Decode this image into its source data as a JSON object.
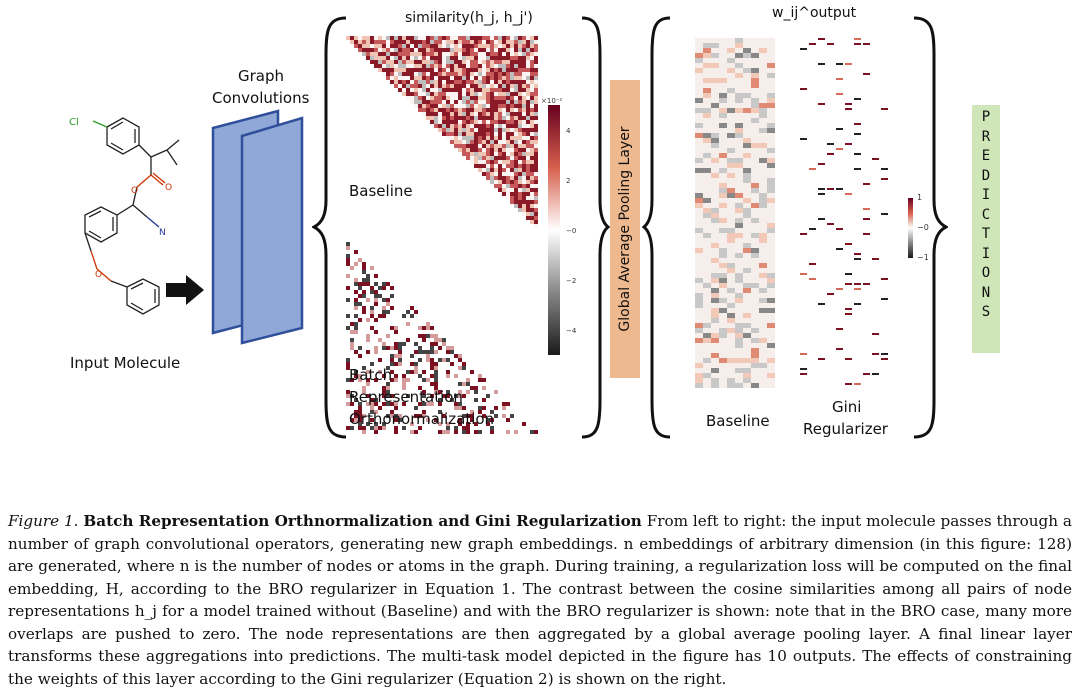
{
  "figure": {
    "molecule_label": "Input Molecule",
    "atom_cl": "Cl",
    "atom_o1": "O",
    "atom_o2": "O",
    "atom_o3": "O",
    "atom_n": "N",
    "graph_conv_line1": "Graph",
    "graph_conv_line2": "Convolutions",
    "similarity_title": "similarity(h_j, h_j')",
    "sim_baseline": "Baseline",
    "bro_line1": "Batch",
    "bro_line2": "Representation",
    "bro_line3": "Orthonormalization",
    "colorbar_exp": "×10⁻²",
    "colorbar_ticks": [
      "4",
      "2",
      "−0",
      "−2",
      "−4"
    ],
    "pooling_label": "Global Average Pooling Layer",
    "weights_title": "w_ij^output",
    "weights_baseline": "Baseline",
    "gini_line1": "Gini",
    "gini_line2": "Regularizer",
    "weights_colorbar_ticks": [
      "1",
      "−0",
      "−1"
    ],
    "predictions": [
      "P",
      "R",
      "E",
      "D",
      "I",
      "C",
      "T",
      "I",
      "O",
      "N",
      "S"
    ],
    "colors": {
      "pooling": "#efb98f",
      "predictions": "#cfe6b8",
      "graph_layer": "#8fa8d8",
      "graph_border": "#2f4f9a",
      "heat_pos": "#7a1020",
      "heat_neg": "#222222"
    }
  },
  "caption": {
    "figure_number": "Figure 1.",
    "figure_title": "Batch Representation Orthnormalization and Gini Regularization",
    "text": "From left to right: the input molecule passes through a number of graph convolutional operators, generating new graph embeddings. n embeddings of arbitrary dimension (in this figure: 128) are generated, where n is the number of nodes or atoms in the graph. During training, a regularization loss will be computed on the final embedding, H, according to the BRO regularizer in Equation 1. The contrast between the cosine similarities among all pairs of node representations h_j for a model trained without (Baseline) and with the BRO regularizer is shown: note that in the BRO case, many more overlaps are pushed to zero. The node representations are then aggregated by a global average pooling layer. A final linear layer transforms these aggregations into predictions. The multi-task model depicted in the figure has 10 outputs. The effects of constraining the weights of this layer according to the Gini regularizer (Equation 2) is shown on the right."
  }
}
